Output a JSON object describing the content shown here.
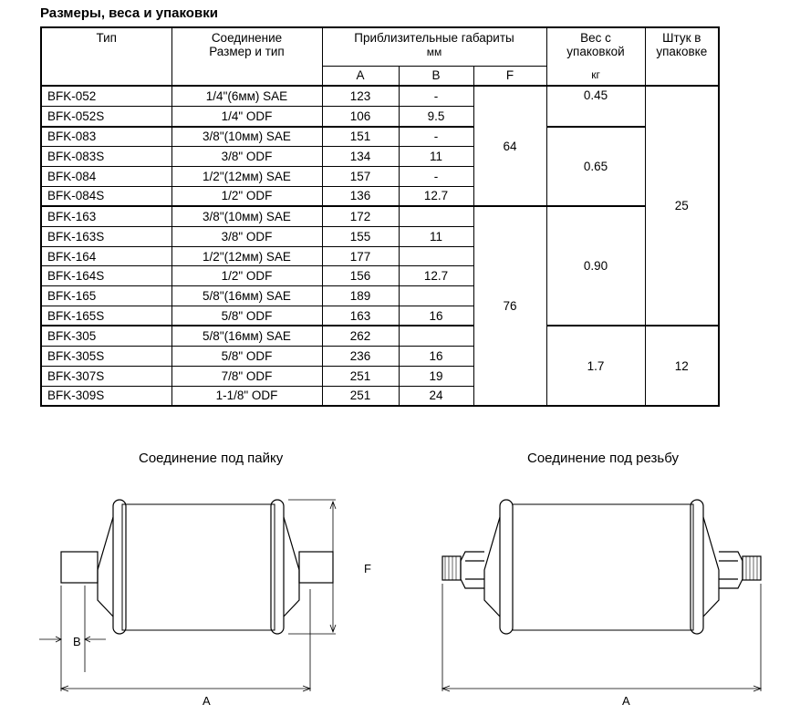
{
  "title": "Размеры, веса и упаковки",
  "headers": {
    "type": "Тип",
    "connection_1": "Соединение",
    "connection_2": "Размер и тип",
    "dims_1": "Приблизительные габариты",
    "dims_2": "мм",
    "a": "A",
    "b": "B",
    "f": "F",
    "weight_1": "Вес с",
    "weight_2": "упаковкой",
    "weight_unit": "кг",
    "qty_1": "Штук в",
    "qty_2": "упаковке"
  },
  "rows": [
    {
      "type": "BFK-052",
      "conn": "1/4\"(6мм) SAE",
      "a": "123",
      "b": "-"
    },
    {
      "type": "BFK-052S",
      "conn": "1/4\" ODF",
      "a": "106",
      "b": "9.5"
    },
    {
      "type": "BFK-083",
      "conn": "3/8\"(10мм) SAE",
      "a": "151",
      "b": "-"
    },
    {
      "type": "BFK-083S",
      "conn": "3/8\" ODF",
      "a": "134",
      "b": "11"
    },
    {
      "type": "BFK-084",
      "conn": "1/2\"(12мм) SAE",
      "a": "157",
      "b": "-"
    },
    {
      "type": "BFK-084S",
      "conn": "1/2\" ODF",
      "a": "136",
      "b": "12.7"
    },
    {
      "type": "BFK-163",
      "conn": "3/8\"(10мм) SAE",
      "a": "172",
      "b": ""
    },
    {
      "type": "BFK-163S",
      "conn": "3/8\" ODF",
      "a": "155",
      "b": "11"
    },
    {
      "type": "BFK-164",
      "conn": "1/2\"(12мм) SAE",
      "a": "177",
      "b": ""
    },
    {
      "type": "BFK-164S",
      "conn": "1/2\" ODF",
      "a": "156",
      "b": "12.7"
    },
    {
      "type": "BFK-165",
      "conn": "5/8\"(16мм) SAE",
      "a": "189",
      "b": ""
    },
    {
      "type": "BFK-165S",
      "conn": "5/8\" ODF",
      "a": "163",
      "b": "16"
    },
    {
      "type": "BFK-305",
      "conn": "5/8\"(16мм) SAE",
      "a": "262",
      "b": ""
    },
    {
      "type": "BFK-305S",
      "conn": "5/8\" ODF",
      "a": "236",
      "b": "16"
    },
    {
      "type": "BFK-307S",
      "conn": "7/8\" ODF",
      "a": "251",
      "b": "19"
    },
    {
      "type": "BFK-309S",
      "conn": "1-1/8\" ODF",
      "a": "251",
      "b": "24"
    }
  ],
  "f_groups": [
    "64",
    "76"
  ],
  "weights": [
    "0.45",
    "0.65",
    "0.90",
    "1.7"
  ],
  "qty": [
    "25",
    "12"
  ],
  "drawings": {
    "solder_caption": "Соединение под пайку",
    "thread_caption": "Соединение под резьбу",
    "label_a": "A",
    "label_b": "B",
    "label_f": "F"
  }
}
